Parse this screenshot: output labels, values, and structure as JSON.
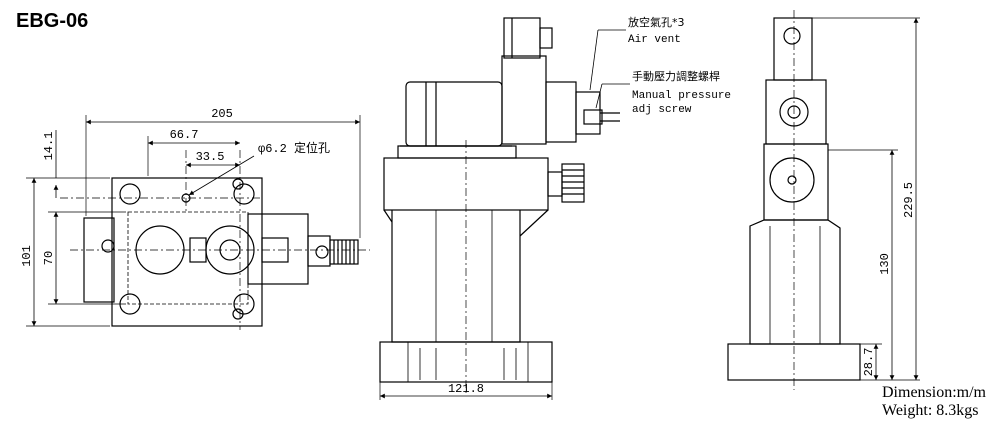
{
  "title": "EBG-06",
  "footer": {
    "dimension": "Dimension:m/m",
    "weight": "Weight: 8.3kgs"
  },
  "dimensions": {
    "d205": "205",
    "d66_7": "66.7",
    "d33_5": "33.5",
    "d14_1": "14.1",
    "d101": "101",
    "d70": "70",
    "d121_8": "121.8",
    "d229_5": "229.5",
    "d130": "130",
    "d28_7": "28.7",
    "hole": "φ6.2 定位孔"
  },
  "annotations": {
    "air_vent_cn": "放空氣孔*3",
    "air_vent_en": "Air vent",
    "manual_cn": "手動壓力調整螺桿",
    "manual_en_1": "Manual pressure",
    "manual_en_2": "adj screw"
  }
}
